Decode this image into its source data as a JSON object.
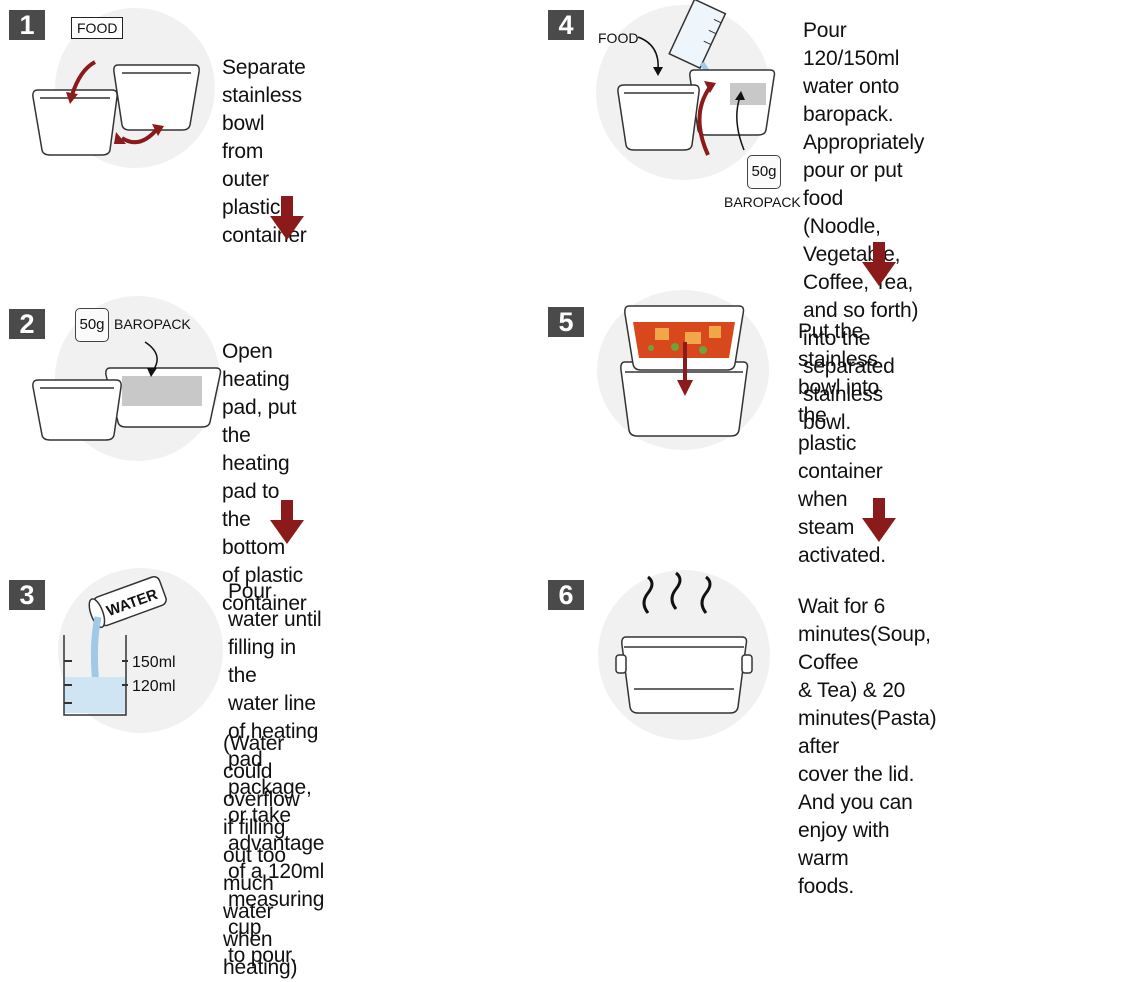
{
  "steps": [
    {
      "number": "1",
      "text": "Separate stainless bowl\nfrom outer plastic container",
      "labels": {
        "food": "FOOD"
      }
    },
    {
      "number": "2",
      "text": "Open heating pad, put the\nheating pad to the bottom\nof plastic container",
      "labels": {
        "weight": "50g",
        "pack": "BAROPACK"
      }
    },
    {
      "number": "3",
      "text": "Pour water until filling in the\nwater line of heating pad\npackage, or take advantage\nof a 120ml measuring cup\nto pour.",
      "note": "(Water could overflow if filling\nout too much water when\nheating)",
      "labels": {
        "water": "WATER",
        "line_high": "150ml",
        "line_low": "120ml"
      }
    },
    {
      "number": "4",
      "text": "Pour 120/150ml water onto\nbaropack.\nAppropriately pour or put food\n(Noodle, Vegetable, Coffee, Tea,\nand so forth) into the separated\nstainless bowl.",
      "labels": {
        "food": "FOOD",
        "weight": "50g",
        "pack": "BAROPACK"
      }
    },
    {
      "number": "5",
      "text": "Put the stainless bowl into\nthe plastic container when\nsteam activated."
    },
    {
      "number": "6",
      "text": "Wait for 6 minutes(Soup, Coffee\n& Tea) & 20 minutes(Pasta) after\ncover the lid.\nAnd you can enjoy with warm\nfoods."
    }
  ],
  "colors": {
    "arrow": "#8b1a1a",
    "badge": "#4a4a4a",
    "circle": "#f1f1f1",
    "water": "#9fc9e6",
    "pad": "#c8c8c8",
    "food": "#d9481c"
  },
  "icons": [
    "down-arrow-icon",
    "container-icon",
    "heating-pad-icon",
    "measuring-cup-icon",
    "steam-icon",
    "lid-icon"
  ]
}
